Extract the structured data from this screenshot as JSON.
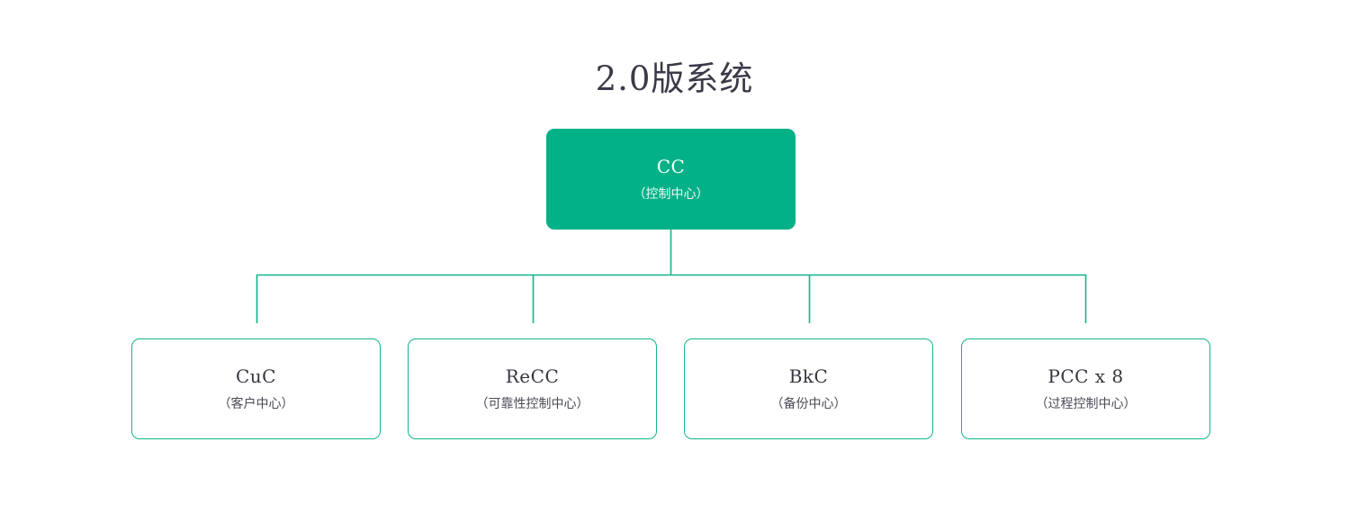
{
  "diagram": {
    "title": "2.0版系统",
    "type": "org-chart",
    "accent_color": "#02b188",
    "line_color": "#13b48c",
    "background_color": "#ffffff",
    "title_color": "#3a3a48",
    "root": {
      "code": "CC",
      "name": "（控制中心）"
    },
    "children": [
      {
        "code": "CuC",
        "name": "（客户中心）"
      },
      {
        "code": "ReCC",
        "name": "（可靠性控制中心）"
      },
      {
        "code": "BkC",
        "name": "（备份中心）"
      },
      {
        "code": "PCC x 8",
        "name": "（过程控制中心）"
      }
    ]
  }
}
